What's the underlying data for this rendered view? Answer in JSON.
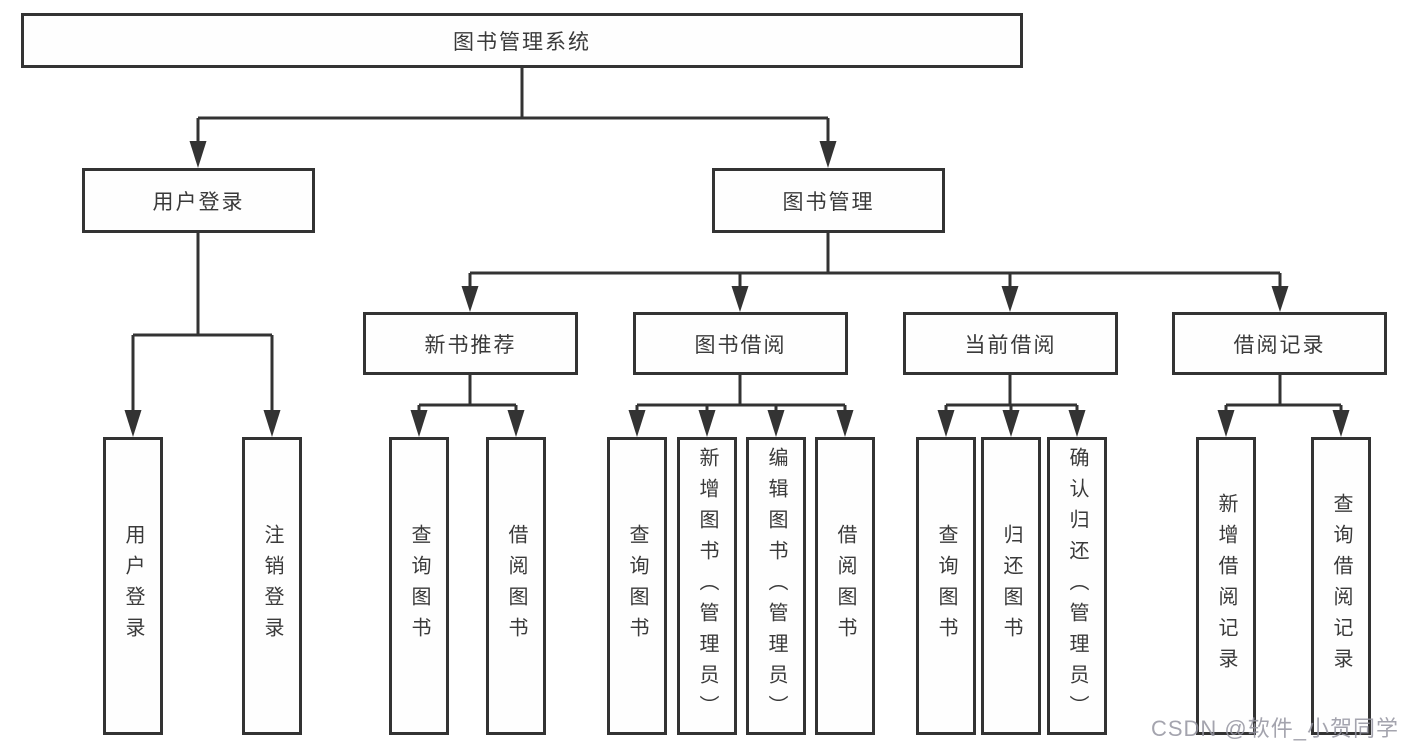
{
  "colors": {
    "line": "#333333",
    "text": "#3a3a3a",
    "background": "#ffffff",
    "watermark": "#9494a0"
  },
  "watermark": "CSDN @软件_小贺同学",
  "tree": {
    "root": "图书管理系统",
    "children": [
      {
        "label": "用户登录",
        "children": [
          "用户登录",
          "注销登录"
        ]
      },
      {
        "label": "图书管理",
        "children": [
          {
            "label": "新书推荐",
            "children": [
              "查询图书",
              "借阅图书"
            ]
          },
          {
            "label": "图书借阅",
            "children": [
              "查询图书",
              "新增图书（管理员）",
              "编辑图书（管理员）",
              "借阅图书"
            ]
          },
          {
            "label": "当前借阅",
            "children": [
              "查询图书",
              "归还图书",
              "确认归还（管理员）"
            ]
          },
          {
            "label": "借阅记录",
            "children": [
              "新增借阅记录",
              "查询借阅记录"
            ]
          }
        ]
      }
    ]
  }
}
